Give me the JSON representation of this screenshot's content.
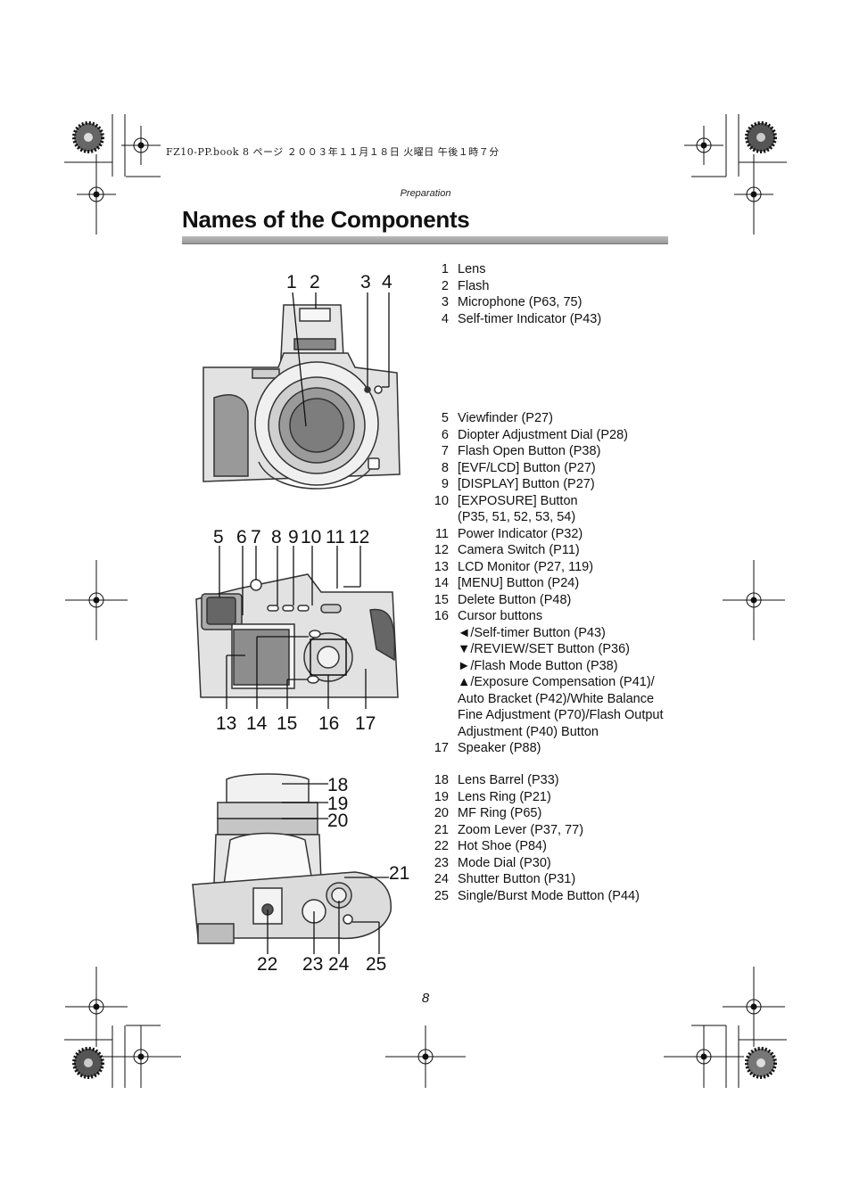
{
  "print_header": "FZ10-PP.book  8 ページ  ２００３年１１月１８日  火曜日  午後１時７分",
  "section": "Preparation",
  "title": "Names of the Components",
  "page_number": "8",
  "groups": [
    {
      "items": [
        {
          "num": "1",
          "text": "Lens"
        },
        {
          "num": "2",
          "text": "Flash"
        },
        {
          "num": "3",
          "text": "Microphone (P63, 75)"
        },
        {
          "num": "4",
          "text": "Self-timer Indicator (P43)"
        }
      ]
    },
    {
      "items": [
        {
          "num": "5",
          "text": "Viewfinder (P27)"
        },
        {
          "num": "6",
          "text": "Diopter Adjustment Dial (P28)"
        },
        {
          "num": "7",
          "text": "Flash Open Button (P38)"
        },
        {
          "num": "8",
          "text": "[EVF/LCD] Button (P27)"
        },
        {
          "num": "9",
          "text": "[DISPLAY] Button (P27)"
        },
        {
          "num": "10",
          "text": "[EXPOSURE] Button"
        },
        {
          "num": "",
          "text": "(P35, 51, 52, 53, 54)"
        },
        {
          "num": "11",
          "text": "Power Indicator (P32)"
        },
        {
          "num": "12",
          "text": "Camera Switch (P11)"
        },
        {
          "num": "13",
          "text": "LCD Monitor (P27, 119)"
        },
        {
          "num": "14",
          "text": "[MENU] Button (P24)"
        },
        {
          "num": "15",
          "text": "Delete Button (P48)"
        },
        {
          "num": "16",
          "text": "Cursor buttons"
        },
        {
          "num": "",
          "text": "◄/Self-timer Button (P43)"
        },
        {
          "num": "",
          "text": "▼/REVIEW/SET Button (P36)"
        },
        {
          "num": "",
          "text": "►/Flash Mode Button (P38)"
        },
        {
          "num": "",
          "text": "▲/Exposure Compensation (P41)/"
        },
        {
          "num": "",
          "text": "Auto Bracket (P42)/White Balance"
        },
        {
          "num": "",
          "text": "Fine Adjustment (P70)/Flash Output"
        },
        {
          "num": "",
          "text": "Adjustment (P40) Button"
        },
        {
          "num": "17",
          "text": "Speaker (P88)"
        }
      ]
    },
    {
      "items": [
        {
          "num": "18",
          "text": "Lens Barrel (P33)"
        },
        {
          "num": "19",
          "text": "Lens Ring (P21)"
        },
        {
          "num": "20",
          "text": "MF Ring (P65)"
        },
        {
          "num": "21",
          "text": "Zoom Lever (P37, 77)"
        },
        {
          "num": "22",
          "text": "Hot Shoe (P84)"
        },
        {
          "num": "23",
          "text": "Mode Dial (P30)"
        },
        {
          "num": "24",
          "text": "Shutter Button (P31)"
        },
        {
          "num": "25",
          "text": "Single/Burst Mode Button (P44)"
        }
      ]
    }
  ],
  "figures": {
    "front_callouts": [
      "1",
      "2",
      "3",
      "4"
    ],
    "back_top_callouts": [
      "5",
      "6",
      "7",
      "8",
      "9",
      "10",
      "11",
      "12"
    ],
    "back_bottom_callouts": [
      "13",
      "14",
      "15",
      "16",
      "17"
    ],
    "top_right_callouts": [
      "18",
      "19",
      "20",
      "21"
    ],
    "top_bottom_callouts": [
      "22",
      "23",
      "24",
      "25"
    ]
  }
}
